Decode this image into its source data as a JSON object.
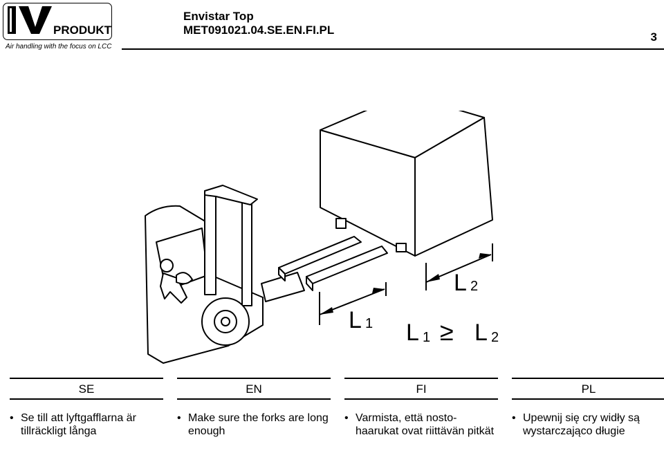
{
  "header": {
    "logo_wordmark": "PRODUKT",
    "tagline": "Air handling with the focus on LCC",
    "title_line1": "Envistar Top",
    "title_line2": "MET091021.04.SE.EN.FI.PL",
    "page_number": "3"
  },
  "figure": {
    "label_l1": "L",
    "label_l1_sub": "1",
    "label_l2": "L",
    "label_l2_sub": "2",
    "formula_left": "L",
    "formula_left_sub": "1",
    "formula_op": "≥",
    "formula_right": "L",
    "formula_right_sub": "2"
  },
  "columns": [
    {
      "lang": "SE",
      "text": "Se till att lyftgafflarna är tillräckligt långa"
    },
    {
      "lang": "EN",
      "text": "Make sure the forks are long enough"
    },
    {
      "lang": "FI",
      "text": "Varmista, että nosto-haarukat ovat riittävän pitkät"
    },
    {
      "lang": "PL",
      "text": "Upewnij się cry widły są wystarczająco długie"
    }
  ]
}
